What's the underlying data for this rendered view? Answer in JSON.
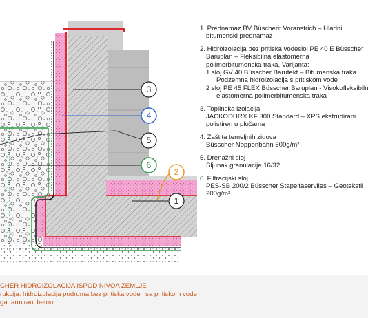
{
  "callouts": [
    "1",
    "2",
    "3",
    "4",
    "5",
    "6"
  ],
  "legend": [
    {
      "lines": [
        "1. Prednamaz BV Büscherit Voranstrich – Hladni",
        "bitumenski prednamaz"
      ]
    },
    {
      "lines": [
        "2. Hidroizolacija bez pritiska vodesloj PE 40 E Büsscher",
        "Baruplan – Fleksibilna elastomerna",
        "polimerbitumenska traka, Varijanta:",
        "1 sloj GV 40 Büsscher Barutekt – Bitumenska traka",
        "Podzemna hidroizolacija s pritiskom vode",
        "2 sloj PE 45 FLEX Büsscher Baruplan - Visokofleksibilna",
        "elastomerna polimerbitumenska traka"
      ]
    },
    {
      "lines": [
        "3. Toplinska izolacija",
        "JACKODUR® KF 300 Standard – XPS ekstrudirani",
        "polistiren u pločama"
      ]
    },
    {
      "lines": [
        "4. Zaštita temeljnih zidova",
        "Büsscher Noppenbahn 500g/m²"
      ]
    },
    {
      "lines": [
        "5. Drenažni sloj",
        "Šljunak granulacije 16/32"
      ]
    },
    {
      "lines": [
        "6. Filtracijski sloj",
        "PES-SB 200/2 Büsscher Stapelfaservlies – Geotekstil",
        "200g/m²"
      ]
    }
  ],
  "caption": {
    "line1": "CHER HIDROIZOLACIJA ISPOD NIVOA ZEMLJE",
    "line2": "rukcija: hidroizolacija podruma bez pritiska vode i sa pritiskom vode",
    "line3": "ga: armirani beton"
  },
  "colors": {
    "pink": "#e85aa8",
    "pink_light": "#f6c9e2",
    "red": "#d9282e",
    "green": "#2e9b4a",
    "blue": "#2b63c9",
    "orange": "#e8941e",
    "grey": "#c9c9c9",
    "dark": "#222222",
    "caption": "#c8561a"
  }
}
